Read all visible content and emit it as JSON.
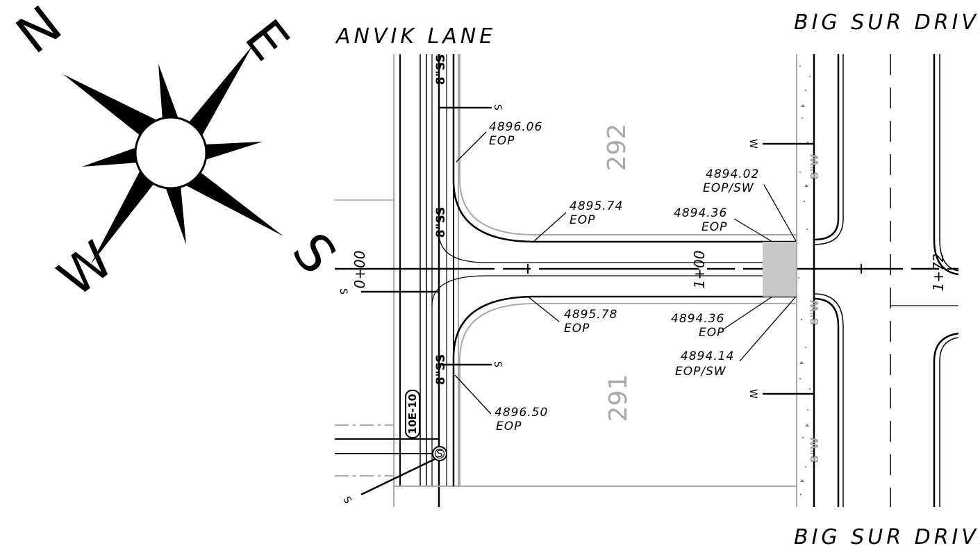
{
  "streets": {
    "anvik": "ANVIK LANE",
    "big_sur_top": "BIG SUR DRIVE",
    "big_sur_bottom": "BIG SUR DRIVE"
  },
  "compass": {
    "n": "N",
    "e": "E",
    "s": "S",
    "w": "W"
  },
  "lots": {
    "upper": "292",
    "lower": "291"
  },
  "stations": {
    "start": "0+00",
    "mid": "1+00",
    "end": "1+72"
  },
  "utilities": {
    "ss_label": "8\"SS",
    "sewer_mark": "S",
    "water_mark": "W",
    "water_main": "8\"W",
    "manhole_letter": "S",
    "structure_tag": "10E-10"
  },
  "elevations": [
    {
      "value": "4896.06",
      "note": "EOP"
    },
    {
      "value": "4895.74",
      "note": "EOP"
    },
    {
      "value": "4894.02",
      "note": "EOP/SW"
    },
    {
      "value": "4894.36",
      "note": "EOP"
    },
    {
      "value": "4895.78",
      "note": "EOP"
    },
    {
      "value": "4894.36",
      "note": "EOP"
    },
    {
      "value": "4894.14",
      "note": "EOP/SW"
    },
    {
      "value": "4896.50",
      "note": "EOP"
    }
  ],
  "colors": {
    "line": "#000000",
    "gray_line": "#a8a8a8",
    "apron": "#c8c8c8"
  }
}
